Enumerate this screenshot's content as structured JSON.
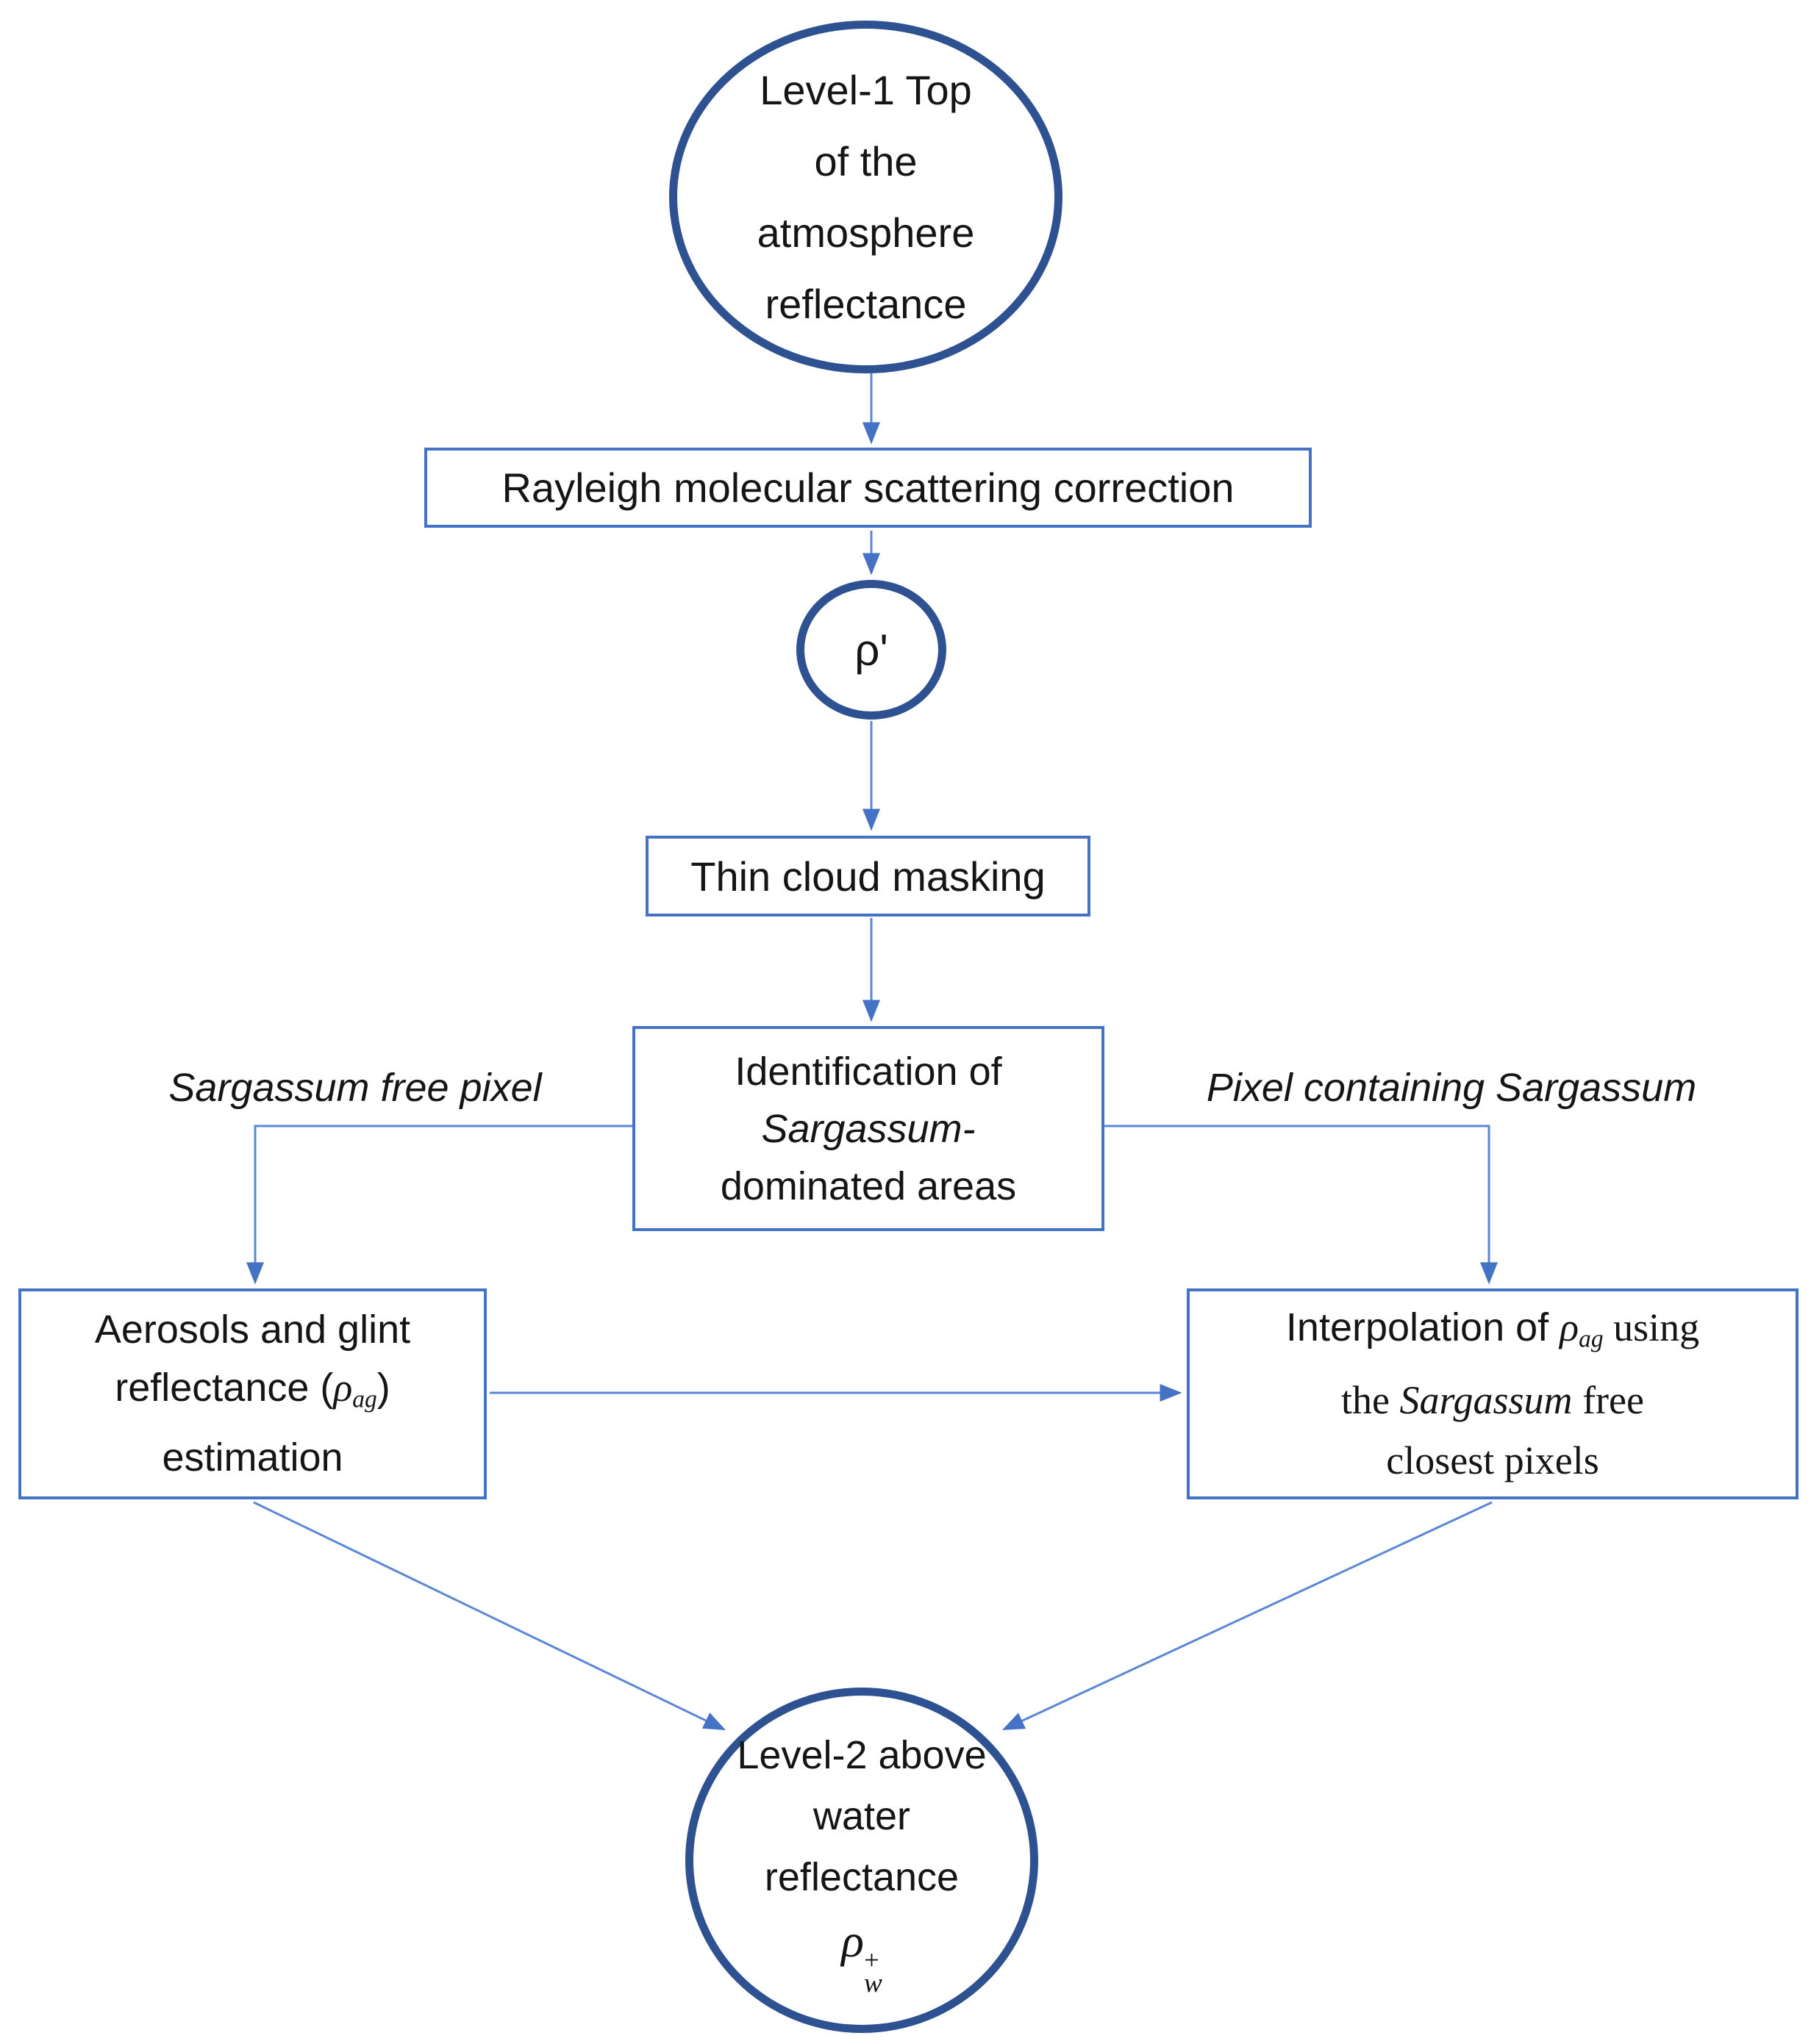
{
  "diagram": {
    "title": "Sargassum atmospheric correction processing flowchart",
    "nodes": {
      "l1_circle": {
        "lines": [
          "Level-1 Top",
          "of the",
          "atmosphere",
          "reflectance"
        ]
      },
      "rayleigh_box": {
        "label": "Rayleigh molecular scattering correction"
      },
      "rho_circle": {
        "symbol": "ρ'"
      },
      "thin_cloud_box": {
        "label": "Thin cloud masking"
      },
      "identification_box": {
        "line1": "Identification of",
        "line2_italic": "Sargassum-",
        "line3": "dominated areas"
      },
      "aerosols_box": {
        "line1": "Aerosols and glint",
        "line2_pre": "reflectance (",
        "rho": "ρ",
        "rho_sub": "ag",
        "line2_post": ")",
        "line3": "estimation"
      },
      "interpolation_box": {
        "line1_pre": "Interpolation of ",
        "rho": "ρ",
        "rho_sub": "ag",
        "line1_post": " using",
        "line2_pre": "the ",
        "line2_italic": "Sargassum",
        "line2_post": " free",
        "line3": "closest pixels"
      },
      "l2_circle": {
        "line1": "Level-2 above",
        "line2": "water",
        "line3": "reflectance",
        "rho": "ρ",
        "rho_sub": "w",
        "rho_sup": "+"
      }
    },
    "edge_labels": {
      "left": "Sargassum free pixel",
      "right": "Pixel containing Sargassum"
    },
    "colors": {
      "circle_border": "#2e5291",
      "box_border": "#4472c4",
      "arrow_line": "#5b87d6",
      "arrow_head": "#4472c4",
      "text": "#151515",
      "background": "#ffffff"
    }
  }
}
